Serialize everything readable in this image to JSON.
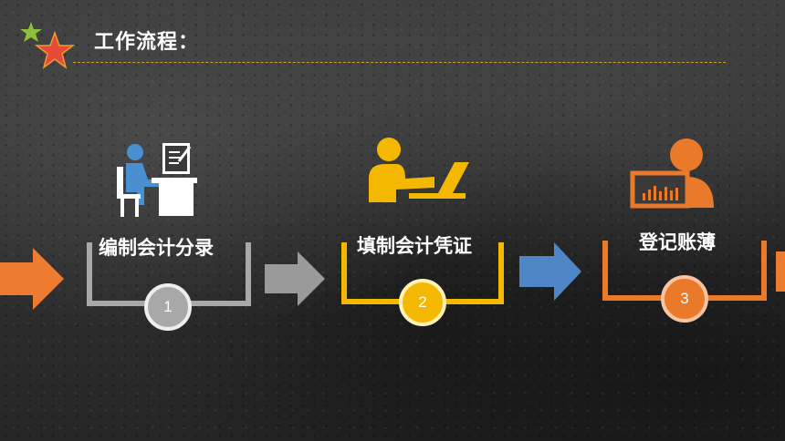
{
  "header": {
    "title": "工作流程："
  },
  "steps": [
    {
      "label": "编制会计分录",
      "number": "1",
      "color": "#a8a8a8",
      "icon": "person-at-desk-icon"
    },
    {
      "label": "填制会计凭证",
      "number": "2",
      "color": "#f5b800",
      "icon": "person-laptop-icon"
    },
    {
      "label": "登记账薄",
      "number": "3",
      "color": "#ea7a2a",
      "icon": "user-monitor-chart-icon"
    }
  ],
  "colors": {
    "accent_dash": "#c9a227",
    "arrow_orange": "#ee7b30",
    "arrow_gray": "#9a9a9a",
    "arrow_blue": "#4e86c6",
    "icon_blue": "#4a8fd0"
  }
}
